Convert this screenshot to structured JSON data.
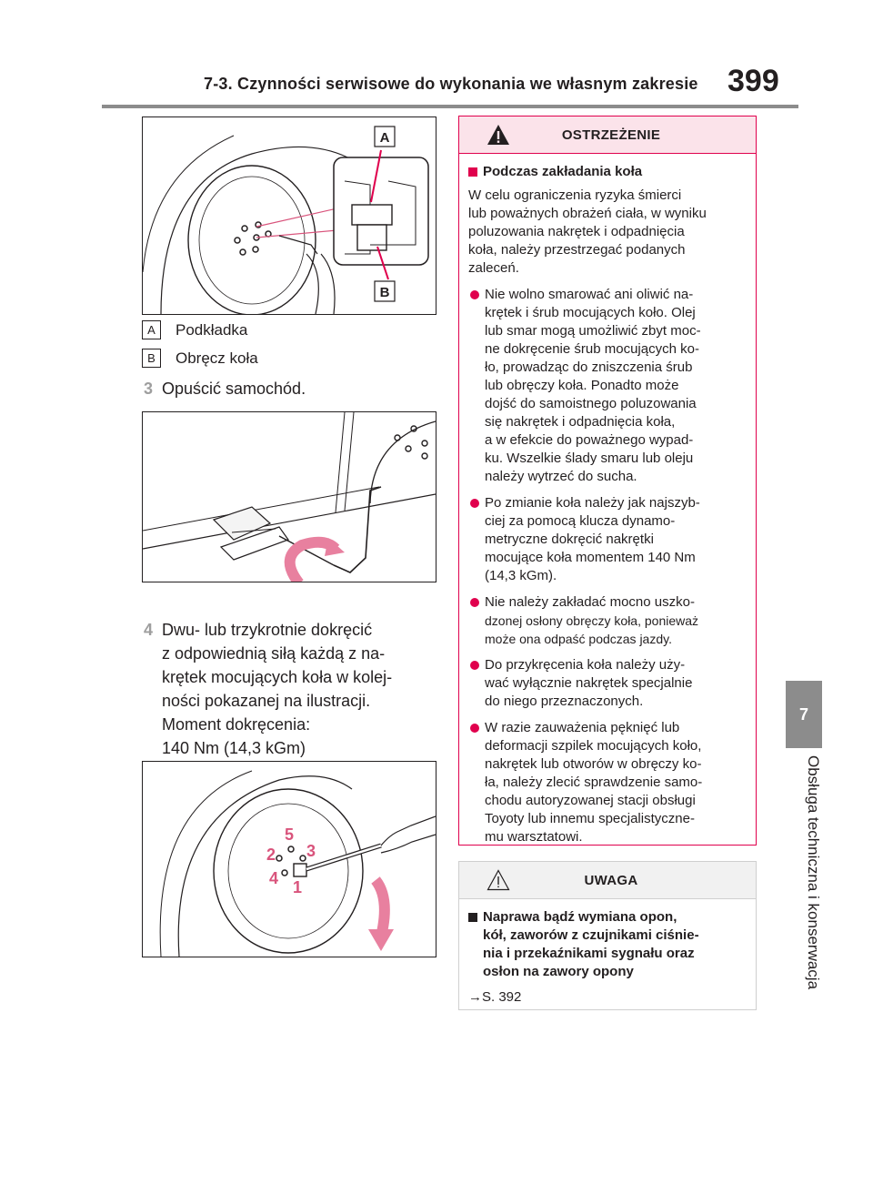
{
  "header": {
    "title": "7-3. Czynności serwisowe do wykonania we własnym zakresie",
    "page_number": "399"
  },
  "side_tab": {
    "number": "7",
    "label": "Obsługa techniczna i konserwacja"
  },
  "figure1": {
    "callout_a": "A",
    "callout_b": "B"
  },
  "legend": [
    {
      "tag": "A",
      "text": "Podkładka"
    },
    {
      "tag": "B",
      "text": "Obręcz koła"
    }
  ],
  "steps": [
    {
      "number": "3",
      "lines": [
        "Opuścić samochód."
      ]
    },
    {
      "number": "4",
      "lines": [
        "Dwu- lub trzykrotnie dokręcić",
        "z odpowiednią siłą każdą z na-",
        "krętek mocujących koła w kolej-",
        "ności pokazanej na ilustracji.",
        "Moment dokręcenia:",
        "140 Nm (14,3 kGm)"
      ]
    }
  ],
  "figure3": {
    "order_labels": [
      "1",
      "2",
      "3",
      "4",
      "5"
    ]
  },
  "warning": {
    "heading": "OSTRZEŻENIE",
    "section_title": "Podczas zakładania koła",
    "intro": [
      "W celu ograniczenia ryzyka śmierci",
      "lub poważnych obrażeń ciała, w wyniku",
      "poluzowania nakrętek i odpadnięcia",
      "koła, należy przestrzegać podanych",
      "zaleceń."
    ],
    "bullets": [
      {
        "lines": [
          "Nie wolno smarować ani oliwić na-",
          "krętek i śrub mocujących koło. Olej",
          "lub smar mogą umożliwić zbyt moc-",
          "ne dokręcenie śrub mocujących ko-",
          "ło, prowadząc do zniszczenia śrub",
          "lub obręczy koła. Ponadto może",
          "dojść do samoistnego poluzowania",
          "się nakrętek i odpadnięcia koła,",
          "a w efekcie do poważnego wypad-",
          "ku. Wszelkie ślady smaru lub oleju",
          "należy wytrzeć do sucha."
        ]
      },
      {
        "lines": [
          "Po zmianie koła należy jak najszyb-",
          "ciej za pomocą klucza dynamo-",
          "metryczne dokręcić nakrętki",
          "mocujące koła momentem 140 Nm",
          "(14,3 kGm)."
        ]
      },
      {
        "lines": [
          "Nie należy zakładać mocno uszko-",
          "dzonej osłony obręczy koła, ponieważ",
          "może ona odpaść podczas jazdy."
        ]
      },
      {
        "lines": [
          "Do przykręcenia koła należy uży-",
          "wać wyłącznie nakrętek specjalnie",
          "do niego przeznaczonych."
        ]
      },
      {
        "lines": [
          "W razie zauważenia pęknięć lub",
          "deformacji szpilek mocujących koło,",
          "nakrętek lub otworów w obręczy ko-",
          "ła, należy zlecić sprawdzenie samo-",
          "chodu autoryzowanej stacji obsługi",
          "Toyoty lub innemu specjalistyczne-",
          "mu warsztatowi."
        ]
      }
    ]
  },
  "caution": {
    "heading": "UWAGA",
    "section_title": [
      "Naprawa bądź wymiana opon,",
      "kół, zaworów z czujnikami ciśnie-",
      "nia i przekaźnikami sygnału oraz",
      "osłon na zawory opony"
    ],
    "reference": "→S. 392"
  }
}
